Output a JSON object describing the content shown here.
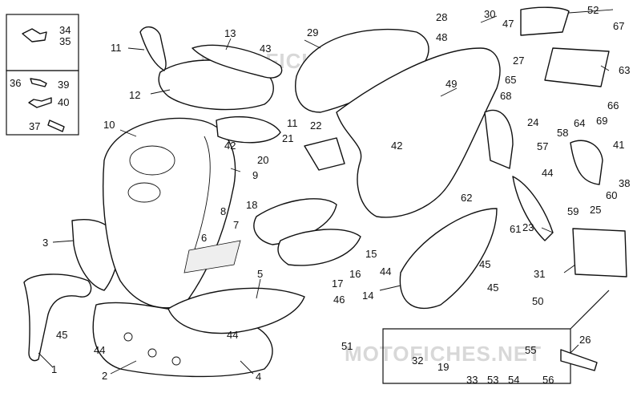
{
  "watermark": "MOTOFICHES",
  "watermark_bottom": "MOTOFICHES.NET",
  "labels": [
    "1",
    "2",
    "3",
    "4",
    "5",
    "6",
    "7",
    "8",
    "9",
    "10",
    "11",
    "11",
    "12",
    "13",
    "14",
    "15",
    "16",
    "17",
    "18",
    "19",
    "20",
    "21",
    "22",
    "23",
    "24",
    "25",
    "26",
    "27",
    "28",
    "29",
    "30",
    "31",
    "32",
    "33",
    "34",
    "35",
    "36",
    "37",
    "38",
    "39",
    "40",
    "41",
    "42",
    "42",
    "43",
    "44",
    "44",
    "44",
    "44",
    "45",
    "45",
    "45",
    "46",
    "47",
    "48",
    "49",
    "50",
    "51",
    "52",
    "53",
    "54",
    "55",
    "56",
    "57",
    "58",
    "59",
    "60",
    "61",
    "62",
    "63",
    "64",
    "65",
    "66",
    "67",
    "68",
    "69"
  ]
}
